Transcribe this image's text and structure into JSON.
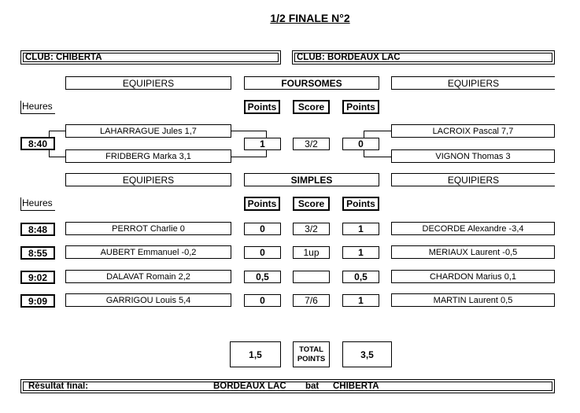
{
  "title": "1/2 FINALE N°2",
  "club_left": "CLUB: CHIBERTA",
  "club_right": "CLUB:  BORDEAUX LAC",
  "foursomes": {
    "equipiers_left": "EQUIPIERS",
    "header": "FOURSOMES",
    "equipiers_right": "EQUIPIERS",
    "heures": "Heures",
    "points_left": "Points",
    "score": "Score",
    "points_right": "Points",
    "time": "8:40",
    "left_players": [
      "LAHARRAGUE Jules  1,7",
      "FRIDBERG Marka  3,1"
    ],
    "right_players": [
      "LACROIX Pascal  7,7",
      "VIGNON Thomas  3"
    ],
    "left_points": "1",
    "match_score": "3/2",
    "right_points": "0"
  },
  "simples": {
    "equipiers_left": "EQUIPIERS",
    "header": "SIMPLES",
    "equipiers_right": "EQUIPIERS",
    "heures": "Heures",
    "points_left": "Points",
    "score": "Score",
    "points_right": "Points",
    "rows": [
      {
        "time": "8:48",
        "left_player": "PERROT Charlie  0",
        "left_points": "0",
        "score": "3/2",
        "right_points": "1",
        "right_player": "DECORDE Alexandre  -3,4"
      },
      {
        "time": "8:55",
        "left_player": "AUBERT Emmanuel  -0,2",
        "left_points": "0",
        "score": "1up",
        "right_points": "1",
        "right_player": "MERIAUX Laurent  -0,5"
      },
      {
        "time": "9:02",
        "left_player": "DALAVAT Romain  2,2",
        "left_points": "0,5",
        "score": "",
        "right_points": "0,5",
        "right_player": "CHARDON Marius  0,1"
      },
      {
        "time": "9:09",
        "left_player": "GARRIGOU Louis  5,4",
        "left_points": "0",
        "score": "7/6",
        "right_points": "1",
        "right_player": "MARTIN Laurent  0,5"
      }
    ]
  },
  "totals": {
    "left": "1,5",
    "label_line1": "TOTAL",
    "label_line2": "POINTS",
    "right": "3,5"
  },
  "result": {
    "label": "Résultat final:",
    "winner": "BORDEAUX LAC",
    "verb": "bat",
    "loser": "CHIBERTA"
  }
}
